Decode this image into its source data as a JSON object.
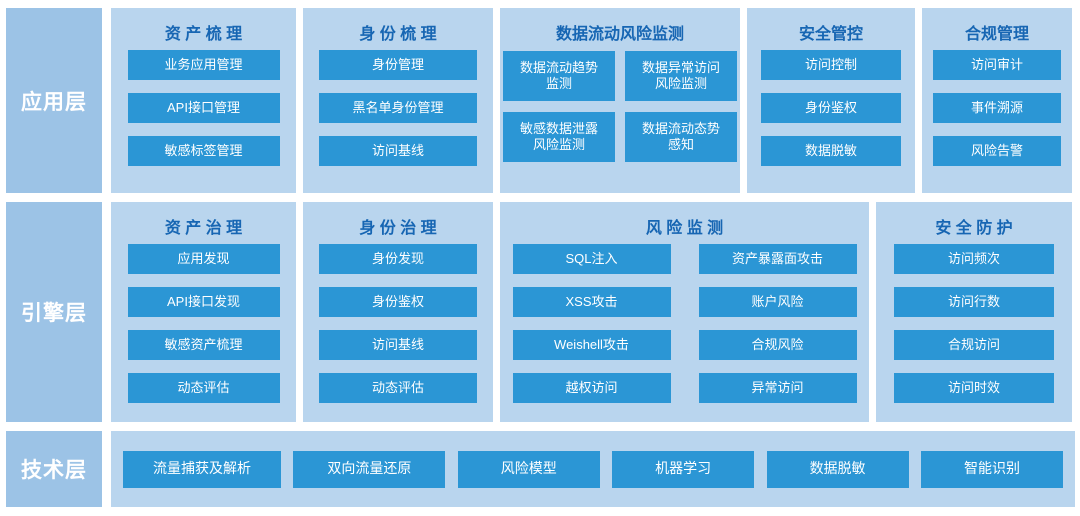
{
  "colors": {
    "panel_bg": "#b9d5ee",
    "layer_label_bg": "#9cc3e6",
    "button_bg": "#2b96d5",
    "header_text": "#1766b3",
    "button_text": "#ffffff"
  },
  "layers": [
    {
      "label": "应用层",
      "groups": [
        {
          "title": "资 产 梳 理",
          "items": [
            "业务应用管理",
            "API接口管理",
            "敏感标签管理"
          ]
        },
        {
          "title": "身 份 梳 理",
          "items": [
            "身份管理",
            "黑名单身份管理",
            "访问基线"
          ]
        },
        {
          "title": "数据流动风险监测",
          "items": [
            "数据流动趋势监测",
            "数据异常访问风险监测",
            "敏感数据泄露风险监测",
            "数据流动态势感知"
          ]
        },
        {
          "title": "安全管控",
          "items": [
            "访问控制",
            "身份鉴权",
            "数据脱敏"
          ]
        },
        {
          "title": "合规管理",
          "items": [
            "访问审计",
            "事件溯源",
            "风险告警"
          ]
        }
      ]
    },
    {
      "label": "引擎层",
      "groups": [
        {
          "title": "资 产 治 理",
          "items": [
            "应用发现",
            "API接口发现",
            "敏感资产梳理",
            "动态评估"
          ]
        },
        {
          "title": "身 份 治 理",
          "items": [
            "身份发现",
            "身份鉴权",
            "访问基线",
            "动态评估"
          ]
        },
        {
          "title": "风 险 监 测",
          "items": [
            "SQL注入",
            "XSS攻击",
            "Weishell攻击",
            "越权访问",
            "资产暴露面攻击",
            "账户风险",
            "合规风险",
            "异常访问"
          ]
        },
        {
          "title": "安 全 防 护",
          "items": [
            "访问频次",
            "访问行数",
            "合规访问",
            "访问时效"
          ]
        }
      ]
    },
    {
      "label": "技术层",
      "groups": [
        {
          "title": "",
          "items": [
            "流量捕获及解析",
            "双向流量还原",
            "风险模型",
            "机器学习",
            "数据脱敏",
            "智能识别"
          ]
        }
      ]
    }
  ]
}
